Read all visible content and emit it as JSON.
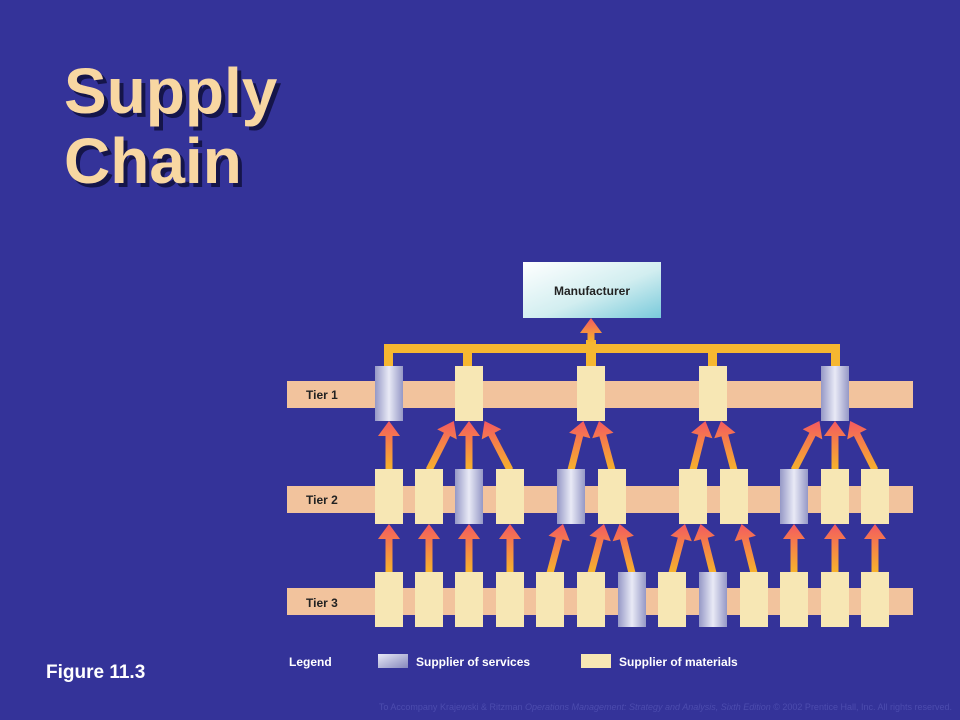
{
  "title": {
    "line1": "Supply",
    "line2": "Chain"
  },
  "figure_label": "Figure 11.3",
  "footer": {
    "prefix": "To Accompany Krajewski & Ritzman ",
    "book": "Operations Management: Strategy and Analysis, Sixth Edition",
    "suffix": " © 2002 Prentice Hall, Inc. All rights reserved."
  },
  "diagram": {
    "manufacturer": "Manufacturer",
    "tiers": [
      {
        "label": "Tier 1",
        "suppliers": [
          "service",
          "materials",
          "materials",
          "materials",
          "service"
        ]
      },
      {
        "label": "Tier 2",
        "suppliers": [
          "materials",
          "materials",
          "service",
          "materials",
          "service",
          "materials",
          "materials",
          "materials",
          "service",
          "materials",
          "materials"
        ]
      },
      {
        "label": "Tier 3",
        "suppliers": [
          "materials",
          "materials",
          "materials",
          "materials",
          "materials",
          "materials",
          "service",
          "materials",
          "service",
          "materials",
          "materials",
          "materials",
          "materials"
        ]
      }
    ]
  },
  "legend": {
    "title": "Legend",
    "services": "Supplier of services",
    "materials": "Supplier of materials"
  },
  "colors": {
    "background": "#343399",
    "title": "#f8d7a2",
    "tier_band": "#f2c39d",
    "materials": "#f7e7b4",
    "service": "#b6b9dc",
    "connector": "#f6b731"
  }
}
